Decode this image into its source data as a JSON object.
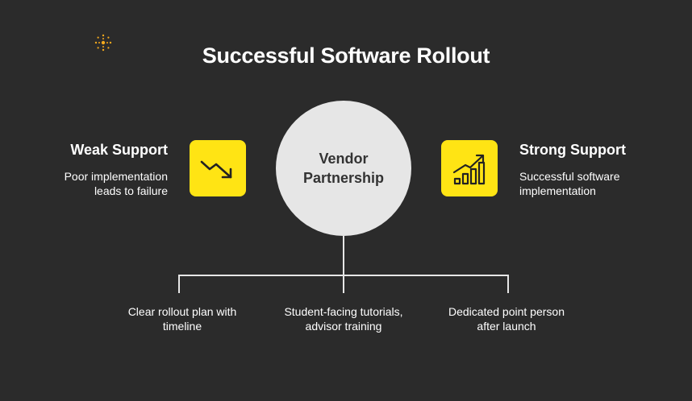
{
  "title": "Successful Software Rollout",
  "center": {
    "line1": "Vendor",
    "line2": "Partnership"
  },
  "weak": {
    "title": "Weak Support",
    "line1": "Poor implementation",
    "line2": "leads to failure",
    "icon": "trend-down-icon"
  },
  "strong": {
    "title": "Strong Support",
    "line1": "Successful software",
    "line2": "implementation",
    "icon": "growth-chart-icon"
  },
  "points": [
    {
      "line1": "Clear rollout plan with",
      "line2": "timeline"
    },
    {
      "line1": "Student-facing tutorials,",
      "line2": "advisor training"
    },
    {
      "line1": "Dedicated point person",
      "line2": "after launch"
    }
  ],
  "colors": {
    "background": "#2b2b2b",
    "accent": "#ffe414",
    "circle": "#e6e6e6"
  }
}
